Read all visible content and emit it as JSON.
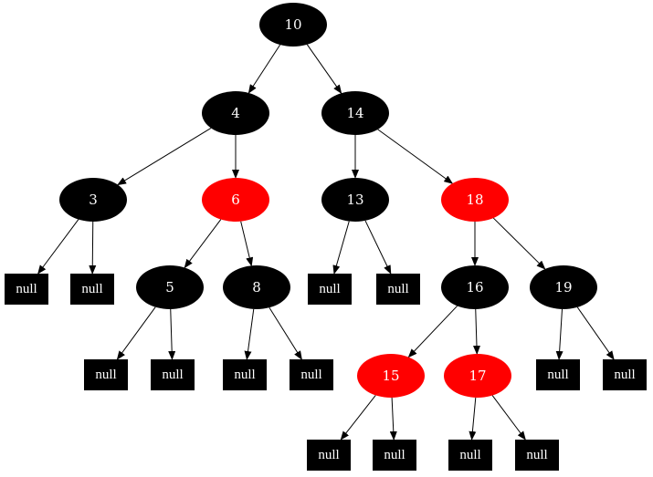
{
  "colors": {
    "black_node": "#000000",
    "red_node": "#ff0000",
    "null_box": "#000000",
    "label": "#ffffff",
    "edge": "#000000",
    "background": "#ffffff"
  },
  "null_label": "null",
  "nodes": [
    {
      "id": "n10",
      "label": "10",
      "color": "black"
    },
    {
      "id": "n4",
      "label": "4",
      "color": "black"
    },
    {
      "id": "n14",
      "label": "14",
      "color": "black"
    },
    {
      "id": "n3",
      "label": "3",
      "color": "black"
    },
    {
      "id": "n6",
      "label": "6",
      "color": "red"
    },
    {
      "id": "n13",
      "label": "13",
      "color": "black"
    },
    {
      "id": "n18",
      "label": "18",
      "color": "red"
    },
    {
      "id": "n5",
      "label": "5",
      "color": "black"
    },
    {
      "id": "n8",
      "label": "8",
      "color": "black"
    },
    {
      "id": "n16",
      "label": "16",
      "color": "black"
    },
    {
      "id": "n19",
      "label": "19",
      "color": "black"
    },
    {
      "id": "n15",
      "label": "15",
      "color": "red"
    },
    {
      "id": "n17",
      "label": "17",
      "color": "red"
    }
  ],
  "edges": [
    [
      "n10",
      "n4"
    ],
    [
      "n10",
      "n14"
    ],
    [
      "n4",
      "n3"
    ],
    [
      "n4",
      "n6"
    ],
    [
      "n14",
      "n13"
    ],
    [
      "n14",
      "n18"
    ],
    [
      "n3",
      "z1"
    ],
    [
      "n3",
      "z2"
    ],
    [
      "n6",
      "n5"
    ],
    [
      "n6",
      "n8"
    ],
    [
      "n13",
      "z3"
    ],
    [
      "n13",
      "z4"
    ],
    [
      "n18",
      "n16"
    ],
    [
      "n18",
      "n19"
    ],
    [
      "n5",
      "z5"
    ],
    [
      "n5",
      "z6"
    ],
    [
      "n8",
      "z7"
    ],
    [
      "n8",
      "z8"
    ],
    [
      "n16",
      "n15"
    ],
    [
      "n16",
      "n17"
    ],
    [
      "n19",
      "z9"
    ],
    [
      "n19",
      "z10"
    ],
    [
      "n15",
      "z11"
    ],
    [
      "n15",
      "z12"
    ],
    [
      "n17",
      "z13"
    ],
    [
      "n17",
      "z14"
    ]
  ]
}
